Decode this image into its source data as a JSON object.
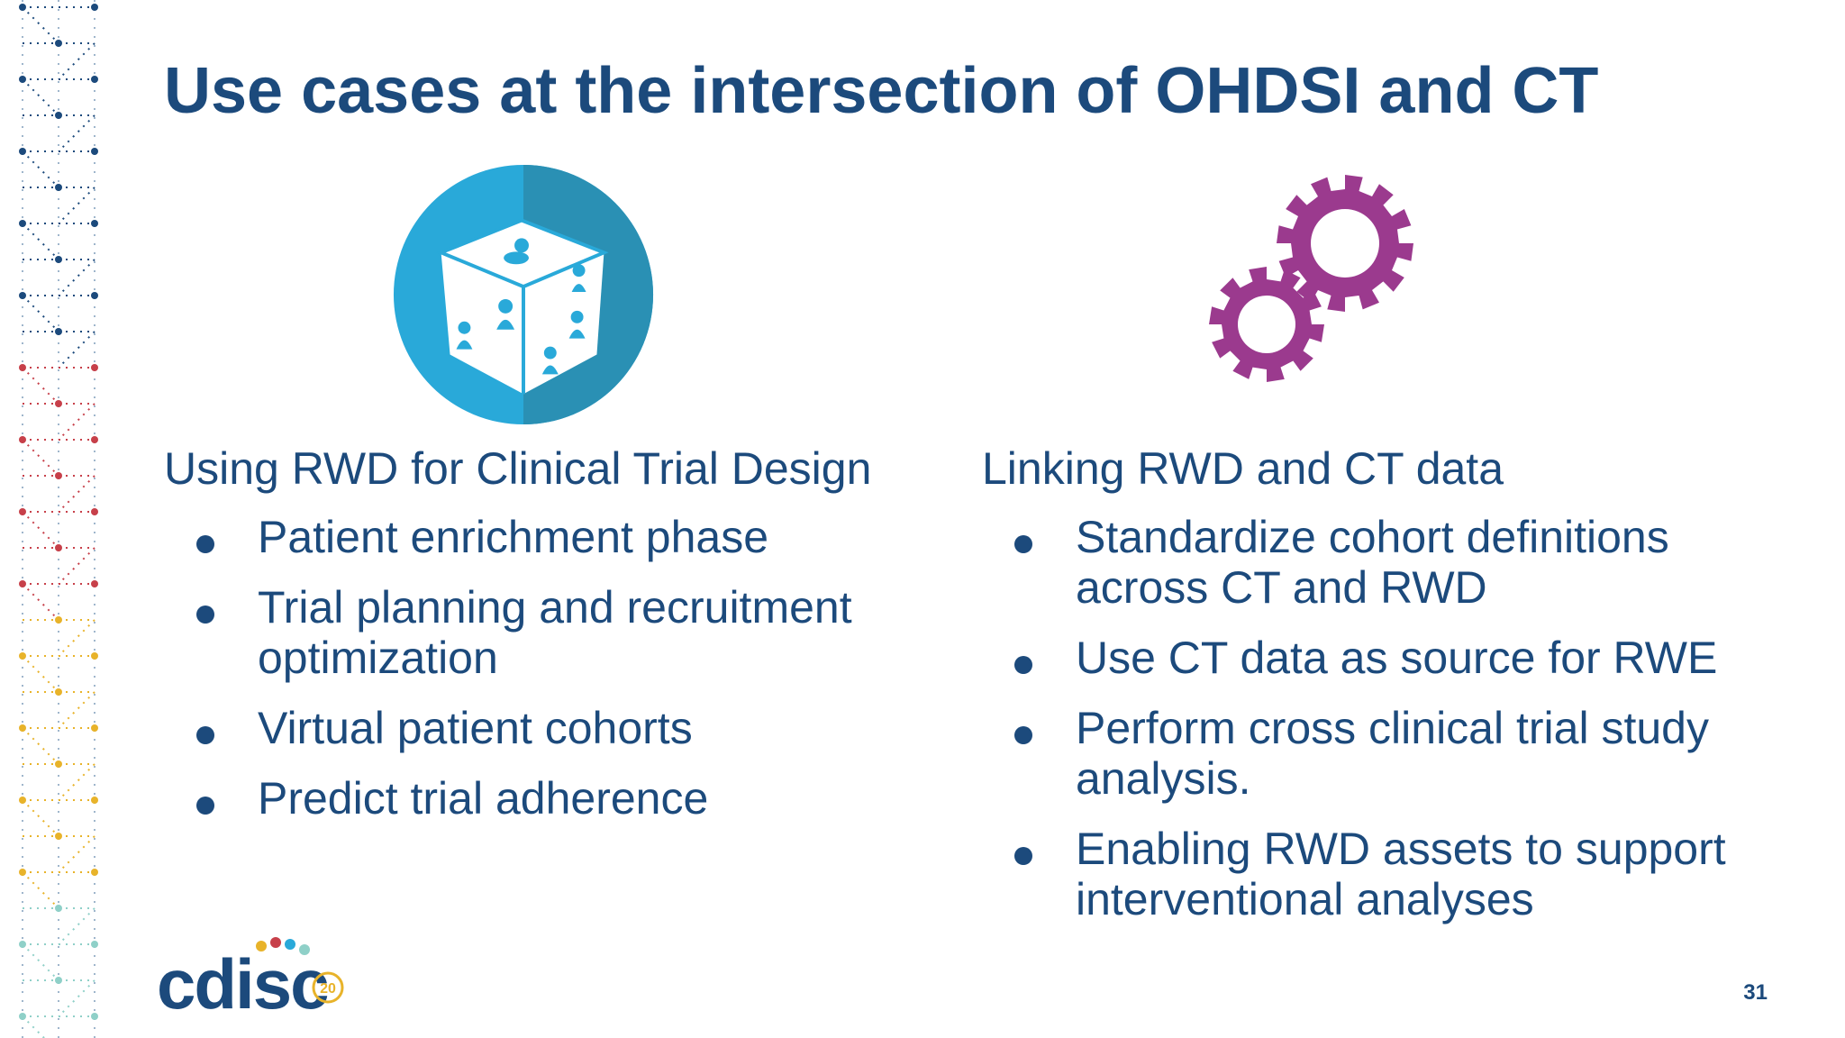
{
  "slide": {
    "title": "Use cases at the intersection of OHDSI and CT",
    "left": {
      "heading": "Using RWD for Clinical Trial Design",
      "bullets": [
        "Patient enrichment phase",
        "Trial planning and recruitment optimization",
        "Virtual patient cohorts",
        "Predict trial adherence"
      ]
    },
    "right": {
      "heading": "Linking RWD and CT data",
      "bullets": [
        "Standardize cohort definitions across CT and RWD",
        "Use CT data as source for RWE",
        "Perform cross clinical trial study analysis.",
        "Enabling RWD assets to support interventional analyses"
      ]
    },
    "logo_text": "cdisc",
    "logo_badge": "20",
    "page_number": "31"
  },
  "icons": {
    "left": "patient-cube-icon",
    "right": "gears-icon"
  },
  "colors": {
    "title": "#1c4a7c",
    "cube_circle": "#29a9d9",
    "gears": "#9b3a8e",
    "stripe_blue": "#1c4a7c",
    "stripe_red": "#c7404a",
    "stripe_yellow": "#e8b32a",
    "stripe_teal": "#8fd0c8"
  }
}
